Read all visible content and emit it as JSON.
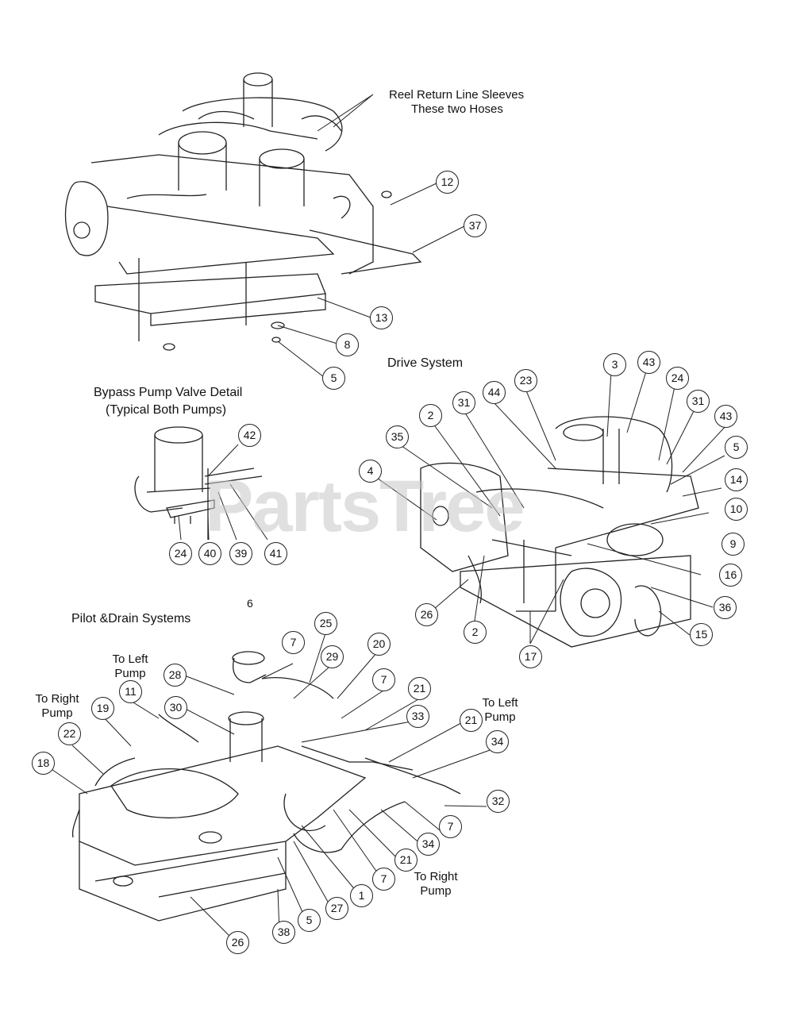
{
  "labels": {
    "reel_return_line1": "Reel Return Line Sleeves",
    "reel_return_line2": "These two Hoses",
    "drive_system": "Drive System",
    "bypass_title1": "Bypass Pump Valve Detail",
    "bypass_title2": "(Typical Both Pumps)",
    "pilot_drain": "Pilot &Drain Systems",
    "to_left_pump_a1": "To Left",
    "to_left_pump_a2": "Pump",
    "to_right_pump_a1": "To Right",
    "to_right_pump_a2": "Pump",
    "to_left_pump_b1": "To Left",
    "to_left_pump_b2": "Pump",
    "to_right_pump_b1": "To Right",
    "to_right_pump_b2": "Pump"
  },
  "watermark": "PartsTree",
  "callouts": {
    "c12": "12",
    "c37": "37",
    "c13": "13",
    "c8": "8",
    "c5a": "5",
    "c3": "3",
    "c43a": "43",
    "c23": "23",
    "c24a": "24",
    "c31a": "31",
    "c43b": "43",
    "c44": "44",
    "c31b": "31",
    "c2a": "2",
    "c5b": "5",
    "c35": "35",
    "c14": "14",
    "c4": "4",
    "c10": "10",
    "c9": "9",
    "c16": "16",
    "c26a": "26",
    "c2b": "2",
    "c36": "36",
    "c15": "15",
    "c17": "17",
    "c42": "42",
    "c24b": "24",
    "c40": "40",
    "c39": "39",
    "c41": "41",
    "c6": "6",
    "c7a": "7",
    "c25": "25",
    "c20": "20",
    "c29": "29",
    "c28": "28",
    "c7b": "7",
    "c11": "11",
    "c21a": "21",
    "c19": "19",
    "c30": "30",
    "c33": "33",
    "c21b": "21",
    "c22": "22",
    "c34a": "34",
    "c18": "18",
    "c32": "32",
    "c7c": "7",
    "c34b": "34",
    "c21c": "21",
    "c7d": "7",
    "c1": "1",
    "c27": "27",
    "c5c": "5",
    "c38": "38",
    "c26b": "26"
  }
}
